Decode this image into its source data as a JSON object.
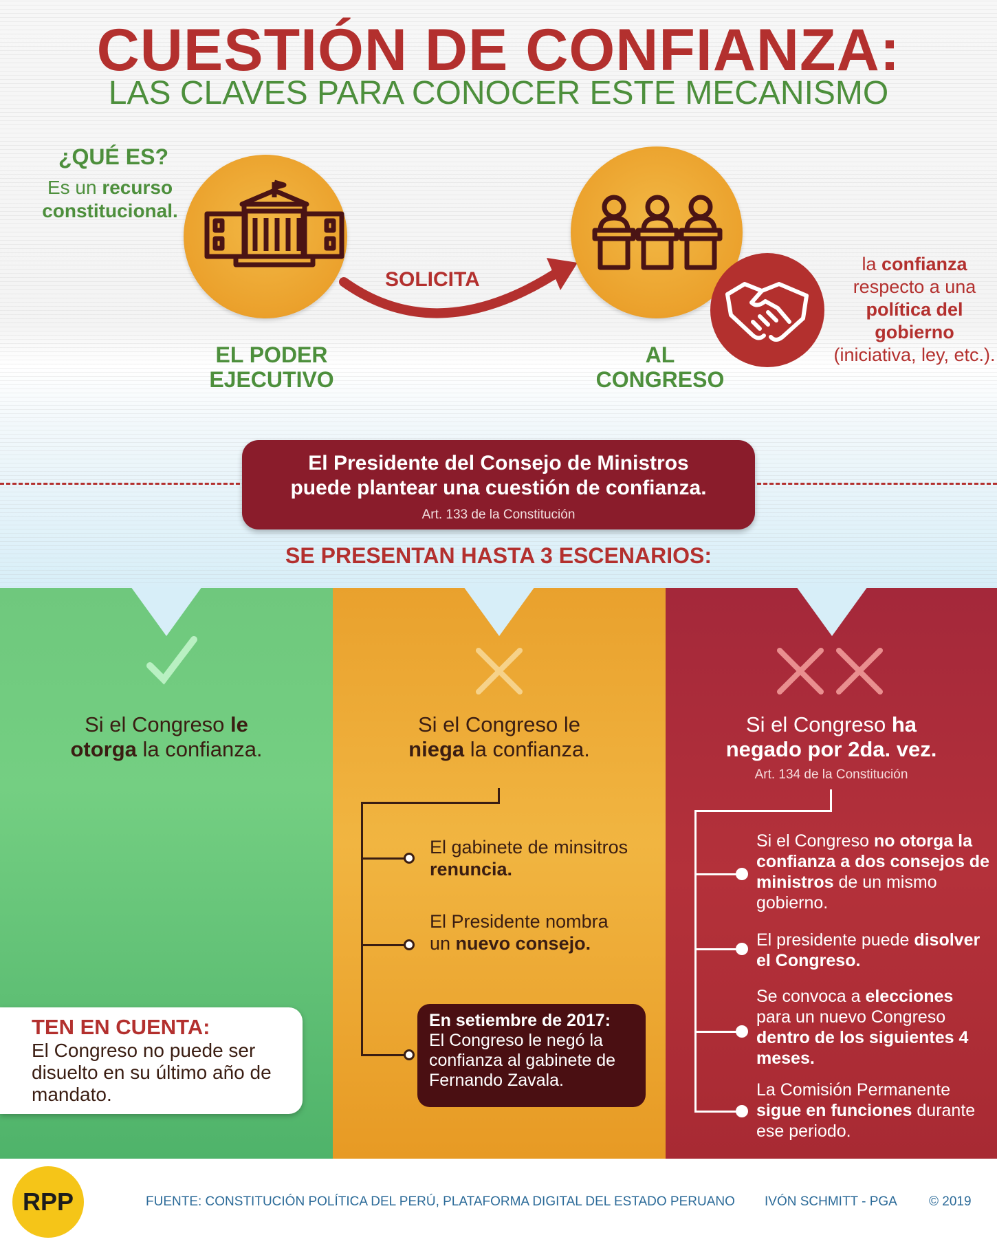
{
  "header": {
    "title": "CUESTIÓN DE CONFIANZA:",
    "subtitle": "LAS CLAVES PARA CONOCER ESTE MECANISMO"
  },
  "que_es": {
    "title": "¿QUÉ ES?",
    "text_1": "Es un ",
    "text_bold": "recurso constitucional."
  },
  "diagram": {
    "left_label_1": "EL PODER",
    "left_label_2": "EJECUTIVO",
    "arrow_label": "SOLICITA",
    "right_label_1": "AL",
    "right_label_2": "CONGRESO",
    "desc_1": "la ",
    "desc_bold_1": "confianza",
    "desc_2": "respecto a una ",
    "desc_bold_2": "política del gobierno",
    "desc_3": "(iniciativa, ley, etc.)."
  },
  "president_box": {
    "line_1": "El Presidente del Consejo de Ministros",
    "line_2": "puede plantear una cuestión de confianza.",
    "article": "Art. 133 de la Constitución"
  },
  "escenarios": {
    "pre": "SE PRESENTAN HASTA ",
    "bold": "3 ESCENARIOS:"
  },
  "scenario_1": {
    "t1": "Si el Congreso ",
    "b1": "le",
    "b2": "otorga",
    "t2": " la confianza.",
    "note_title": "TEN EN CUENTA:",
    "note_text": "El Congreso no puede ser disuelto en su último año de mandato."
  },
  "scenario_2": {
    "t1": "Si el Congreso le",
    "b1": "niega",
    "t2": " la confianza.",
    "bullet_1a": "El gabinete de minsitros ",
    "bullet_1b": "renuncia.",
    "bullet_2a": "El Presidente nombra un ",
    "bullet_2b": "nuevo consejo.",
    "sept_title": "En setiembre de 2017:",
    "sept_text": "El Congreso le negó la confianza al gabinete de Fernando Zavala."
  },
  "scenario_3": {
    "t1": "Si el Congreso ",
    "b1": "ha",
    "b2": "negado por 2da. vez.",
    "article": "Art. 134 de la Constitución",
    "bullet_1a": "Si el Congreso ",
    "bullet_1b": "no otorga la confianza a dos consejos de ministros",
    "bullet_1c": " de un mismo gobierno.",
    "bullet_2a": "El presidente puede ",
    "bullet_2b": "disolver el Congreso.",
    "bullet_3a": "Se convoca a ",
    "bullet_3b": "elecciones",
    "bullet_3c": " para un nuevo Congreso ",
    "bullet_3d": "dentro de los siguientes 4 meses.",
    "bullet_4a": "La Comisión Permanente ",
    "bullet_4b": "sigue en funciones",
    "bullet_4c": " durante ese periodo."
  },
  "footer": {
    "logo": "RPP",
    "source": "FUENTE: CONSTITUCIÓN POLÍTICA DEL PERÚ, PLATAFORMA DIGITAL DEL ESTADO PERUANO",
    "author": "IVÓN SCHMITT - PGA",
    "copyright": "© 2019"
  },
  "colors": {
    "red": "#b3302e",
    "green": "#4d8f3c",
    "orange": "#eba12c",
    "maroon": "#8a1c2b",
    "dark_brown": "#3a1d12"
  }
}
